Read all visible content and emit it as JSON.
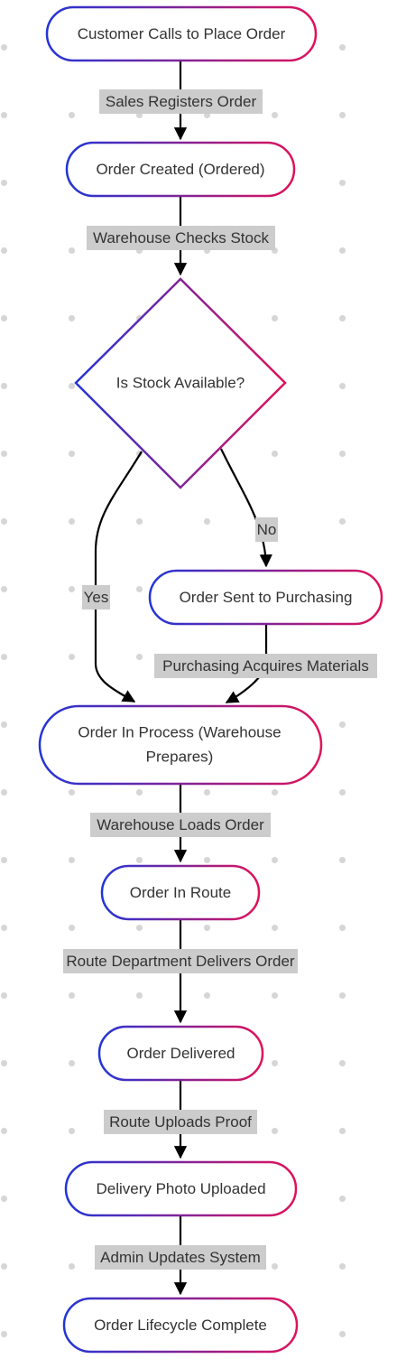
{
  "nodes": {
    "customer_calls": "Customer Calls to Place Order",
    "order_created": "Order Created (Ordered)",
    "stock_check": "Is Stock Available?",
    "sent_to_purchasing": "Order Sent to Purchasing",
    "in_process_line1": "Order In Process (Warehouse",
    "in_process_line2": "Prepares)",
    "in_route": "Order In Route",
    "delivered": "Order Delivered",
    "photo_uploaded": "Delivery Photo Uploaded",
    "complete": "Order Lifecycle Complete"
  },
  "edges": {
    "sales_registers": "Sales Registers Order",
    "warehouse_checks": "Warehouse Checks Stock",
    "yes": "Yes",
    "no": "No",
    "purchasing_acquires": "Purchasing Acquires Materials",
    "warehouse_loads": "Warehouse Loads Order",
    "route_delivers": "Route Department Delivers Order",
    "route_uploads": "Route Uploads Proof",
    "admin_updates": "Admin Updates System"
  },
  "colors": {
    "node_gradient_start": "#2235d6",
    "node_gradient_end": "#e0125a",
    "label_background": "#cccccc",
    "edge_color": "#000000",
    "text_color": "#333333"
  }
}
